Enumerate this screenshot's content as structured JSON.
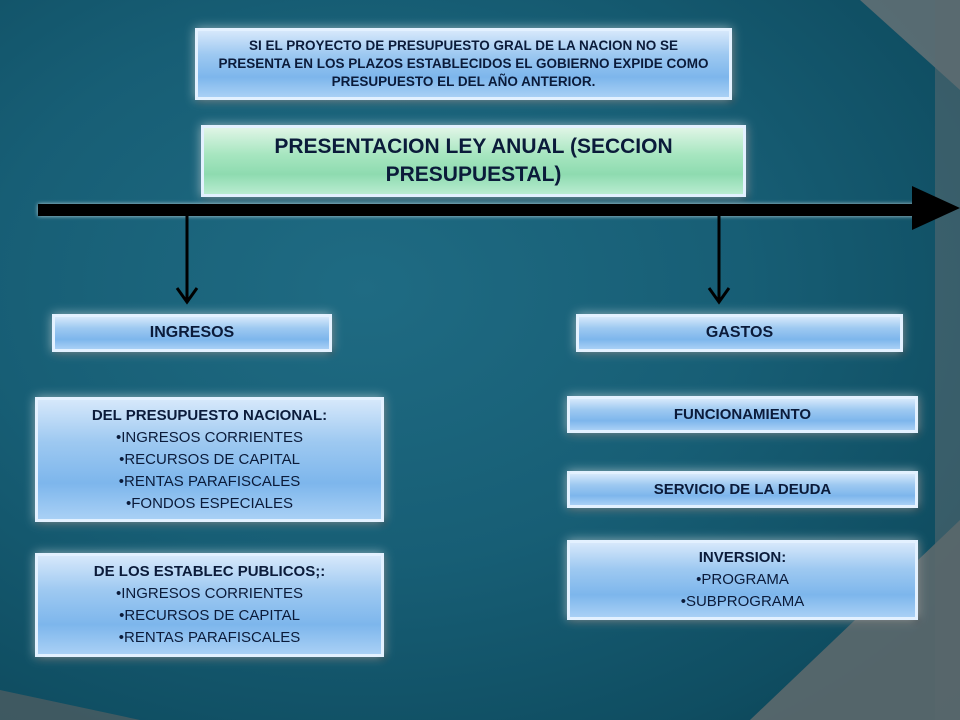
{
  "note_text": "SI EL PROYECTO DE PRESUPUESTO GRAL DE LA NACION NO SE PRESENTA EN LOS PLAZOS ESTABLECIDOS EL GOBIERNO EXPIDE COMO PRESUPUESTO EL DEL AÑO ANTERIOR.",
  "title": "PRESENTACION LEY ANUAL (SECCION PRESUPUESTAL)",
  "left": {
    "header": "INGRESOS",
    "nacional": {
      "title": "DEL PRESUPUESTO NACIONAL:",
      "items": [
        "•INGRESOS CORRIENTES",
        "•RECURSOS DE CAPITAL",
        "•RENTAS PARAFISCALES",
        "•FONDOS ESPECIALES"
      ]
    },
    "publicos": {
      "title": "DE LOS ESTABLEC PUBLICOS;:",
      "items": [
        "•INGRESOS CORRIENTES",
        "•RECURSOS DE CAPITAL",
        "•RENTAS PARAFISCALES"
      ]
    }
  },
  "right": {
    "header": "GASTOS",
    "funcionamiento": "FUNCIONAMIENTO",
    "deuda": "SERVICIO DE LA DEUDA",
    "inversion": {
      "title": "INVERSION:",
      "items": [
        "•PROGRAMA",
        "•SUBPROGRAMA"
      ]
    }
  },
  "colors": {
    "background": "#175e75",
    "box_blue": "#7db6ec",
    "box_green": "#8edbb0",
    "arrow": "#000000"
  }
}
